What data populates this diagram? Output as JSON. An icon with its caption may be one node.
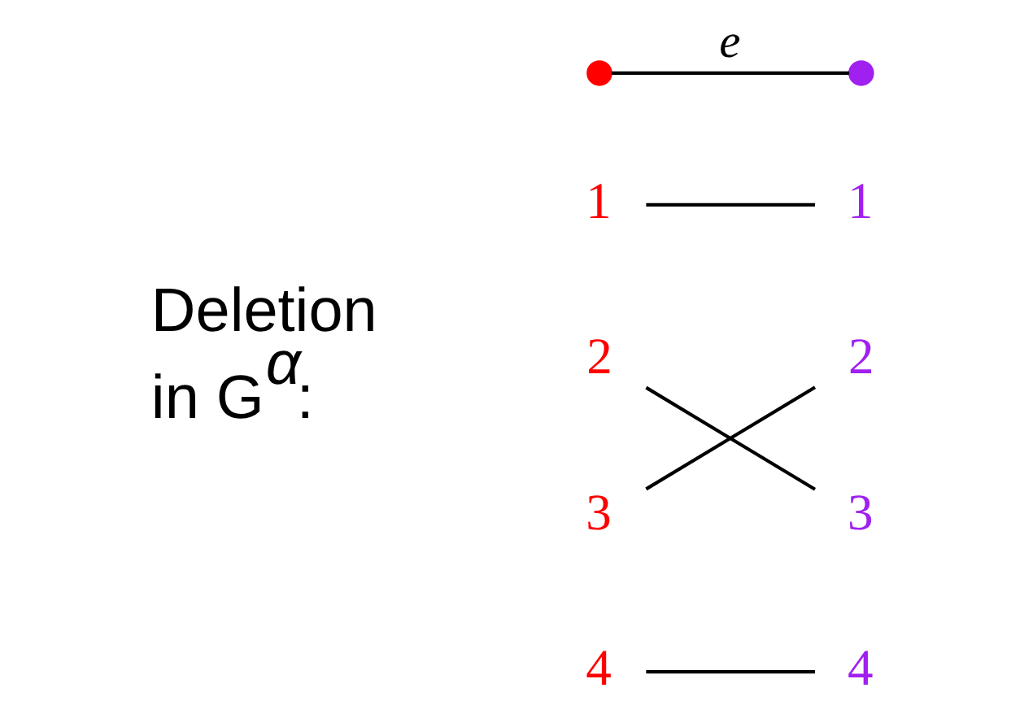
{
  "diagram": {
    "nodes": [
      {
        "text": [],
        "shape": "circle"
      },
      {
        "text": [],
        "shape": "circle"
      },
      {
        "text": [
          "1"
        ]
      },
      {
        "text": [
          "2"
        ]
      },
      {
        "text": [
          "3"
        ]
      },
      {
        "text": [
          "4"
        ]
      },
      {
        "text": [
          "1"
        ]
      },
      {
        "text": [
          "2"
        ]
      },
      {
        "text": [
          "3"
        ]
      },
      {
        "text": [
          "4"
        ]
      }
    ],
    "edges": [
      {
        "from": 0,
        "to": 1,
        "arrow": "none",
        "label": "e"
      },
      {
        "from": 2,
        "to": 6,
        "arrow": "none"
      },
      {
        "from": 3,
        "to": 8,
        "arrow": "none"
      },
      {
        "from": 4,
        "to": 7,
        "arrow": "none"
      },
      {
        "from": 5,
        "to": 9,
        "arrow": "none"
      }
    ],
    "labels": [
      "Deletion in G$^{α}$:"
    ]
  }
}
